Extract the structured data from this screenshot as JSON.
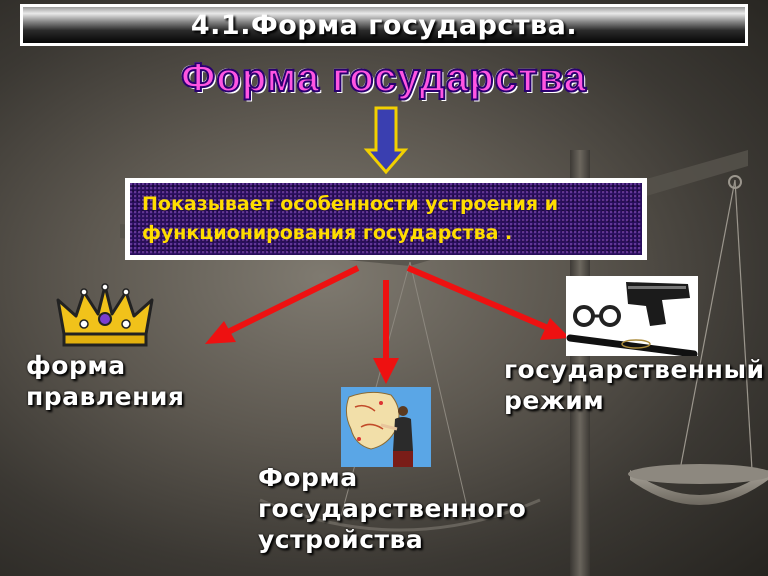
{
  "title": "4.1.Форма государства.",
  "heading": "Форма государства",
  "definition": "Показывает особенности устроения и функционирования государства .",
  "branches": {
    "left": "форма\nправления",
    "center": "Форма\nгосударственного\nустройства",
    "right": "государственный\nрежим"
  },
  "colors": {
    "heading": "#ff55e2",
    "definition_text": "#ffdd00",
    "definition_bg": "#2a0f5e",
    "down_arrow": "#3a3fb0",
    "branch_arrows": "#ee1111"
  },
  "icons": [
    "crown-icon",
    "map-teacher-icon",
    "pistol-handcuffs-icon"
  ]
}
